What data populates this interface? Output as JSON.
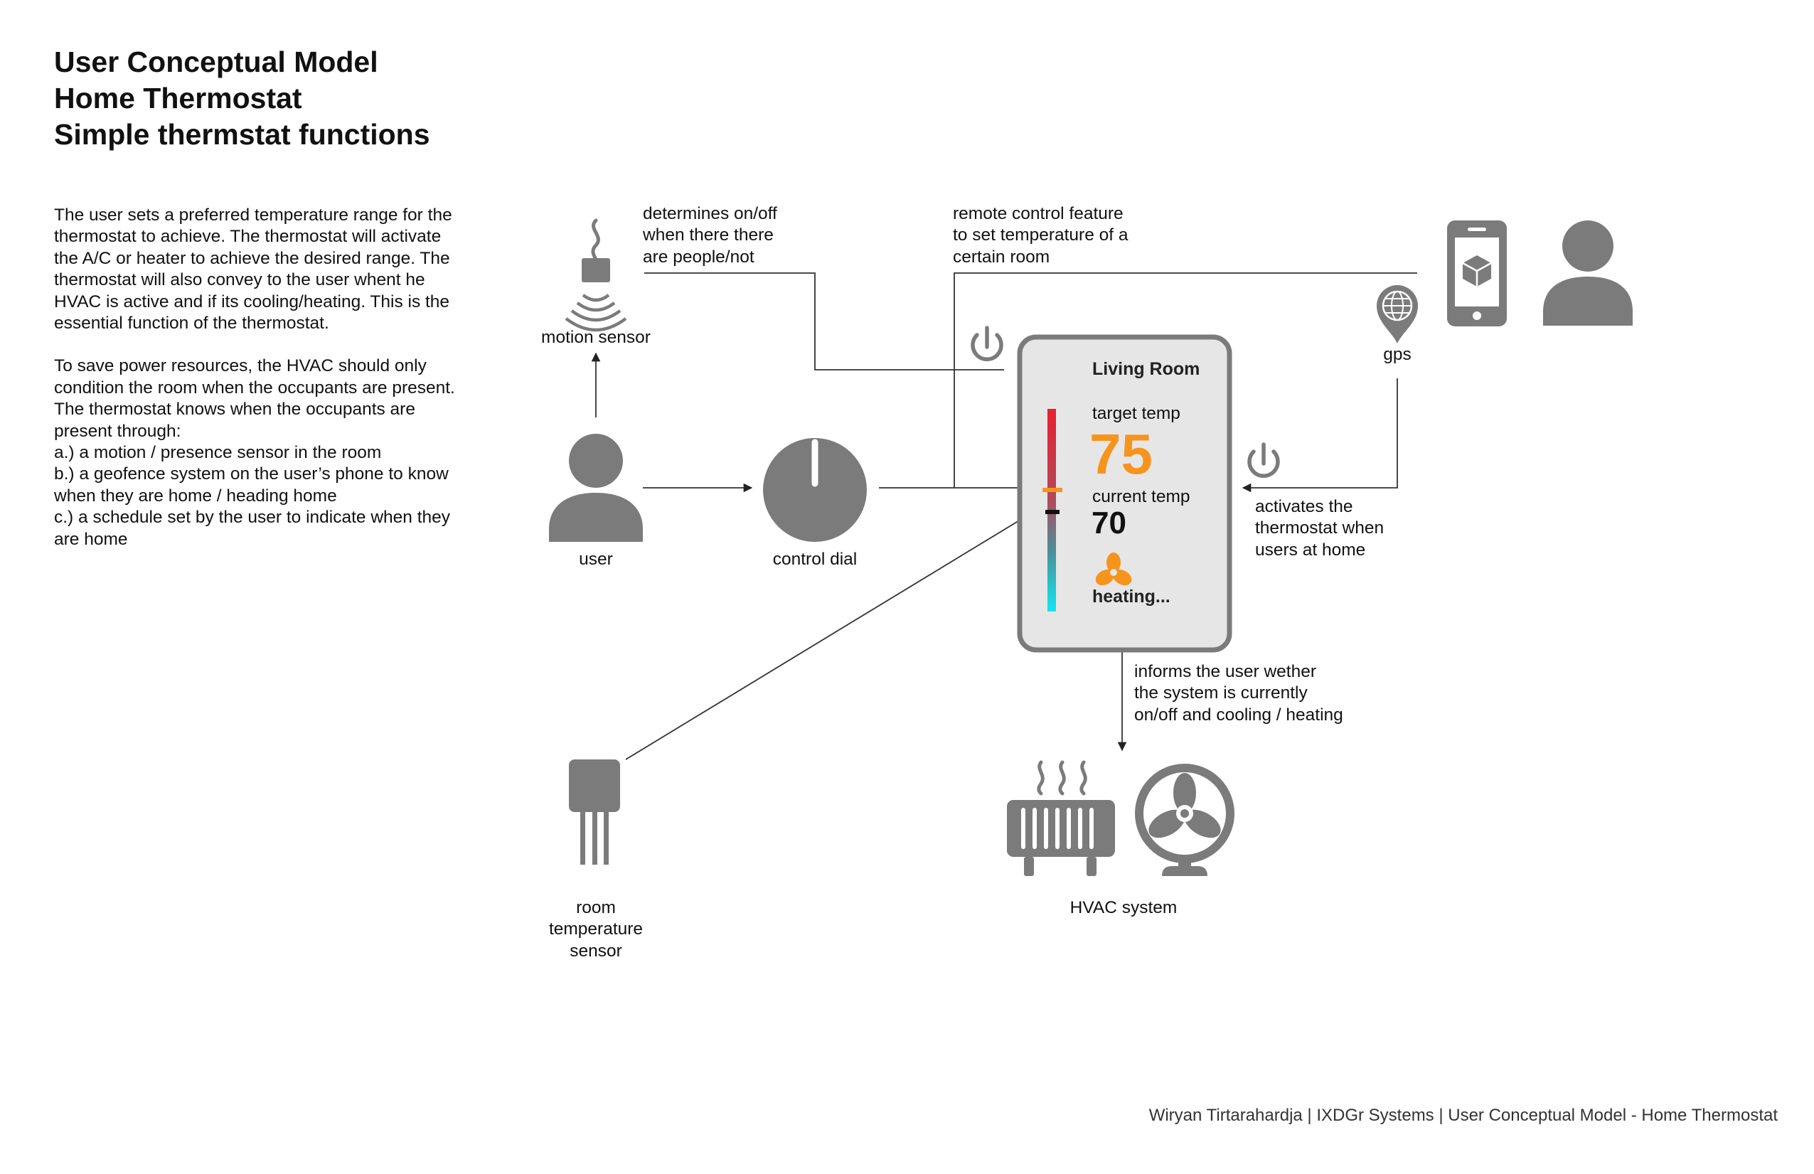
{
  "title": {
    "line1": "User Conceptual Model",
    "line2": "Home Thermostat",
    "line3": "Simple thermstat functions"
  },
  "description": {
    "paragraph1": "The user sets a preferred temperature range for the\nthermostat to achieve. The thermostat will activate\nthe A/C or heater to achieve the desired range. The\nthermostat will also convey to the user whent he\nHVAC is active and if its cooling/heating. This is the\nessential function of the thermostat.",
    "paragraph2": "To save power resources, the HVAC should only\ncondition the room when the occupants are present.\nThe thermostat knows when the occupants are\npresent through:\na.) a motion / presence sensor in the room\nb.) a geofence system on the user’s phone to know\nwhen they are home / heading home\nc.) a schedule set by the user to indicate when they\nare home"
  },
  "nodes": {
    "motion_sensor": "motion sensor",
    "user": "user",
    "control_dial": "control dial",
    "gps": "gps",
    "room_temp_sensor": "room\ntemperature\nsensor",
    "hvac": "HVAC system"
  },
  "annotations": {
    "motion": "determines on/off\nwhen there there\nare people/not",
    "remote": "remote control feature\nto set temperature of a\ncertain room",
    "activates": "activates the\nthermostat when\nusers at home",
    "informs": "informs the user wether\nthe system is currently\non/off and cooling / heating"
  },
  "thermostat": {
    "room": "Living Room",
    "target_label": "target temp",
    "target_value": "75",
    "current_label": "current temp",
    "current_value": "70",
    "status": "heating..."
  },
  "colors": {
    "icon_gray": "#7b7b7b",
    "accent_orange": "#f7941d",
    "line_color": "#333333",
    "panel_bg": "#e6e6e6"
  },
  "footer": "Wiryan Tirtarahardja | IXDGr Systems | User Conceptual Model - Home Thermostat"
}
